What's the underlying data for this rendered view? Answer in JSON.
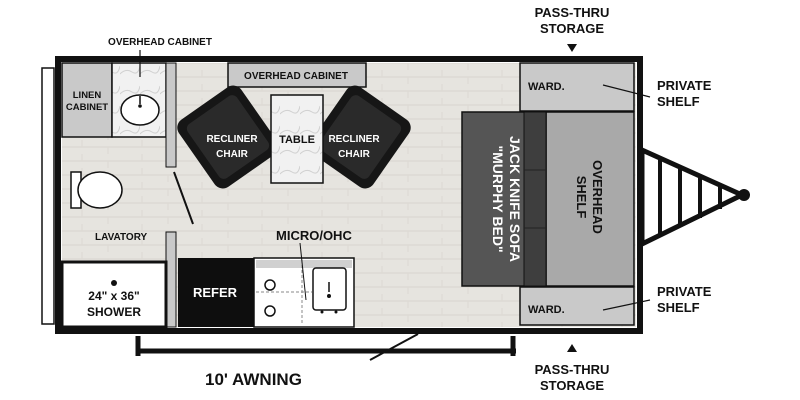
{
  "labels": {
    "pass_thru_top": [
      "PASS-THRU",
      "STORAGE"
    ],
    "pass_thru_bottom": [
      "PASS-THRU",
      "STORAGE"
    ],
    "overhead_cabinet_left": "OVERHEAD CABINET",
    "overhead_cabinet_center": "OVERHEAD CABINET",
    "private_shelf_top": [
      "PRIVATE",
      "SHELF"
    ],
    "private_shelf_bottom": [
      "PRIVATE",
      "SHELF"
    ],
    "ward_top": "WARD.",
    "ward_bottom": "WARD.",
    "linen_cabinet": [
      "LINEN",
      "CABINET"
    ],
    "recliner_left": [
      "RECLINER",
      "CHAIR"
    ],
    "recliner_right": [
      "RECLINER",
      "CHAIR"
    ],
    "table": "TABLE",
    "sofa": [
      "JACK KNIFE SOFA",
      "\"MURPHY BED\""
    ],
    "overhead_shelf": [
      "OVERHEAD",
      "SHELF"
    ],
    "lavatory": "LAVATORY",
    "micro_ohc": "MICRO/OHC",
    "refer": "REFER",
    "shower": [
      "24\" x 36\"",
      "SHOWER"
    ],
    "awning": "10' AWNING"
  },
  "colors": {
    "floor": "#e6e4df",
    "wall": "#111111",
    "ward": "#c9c9c9",
    "sofa": "#555555",
    "overhead_shelf": "#a9a9a9",
    "chair": "#161616",
    "refer": "#0e0e0e"
  }
}
